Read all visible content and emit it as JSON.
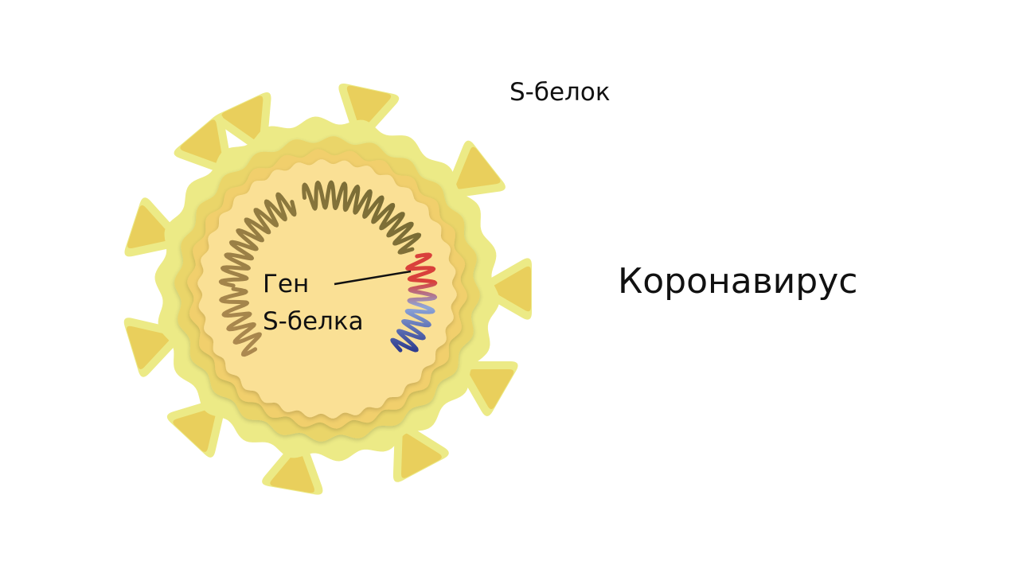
{
  "labels": {
    "spike_protein": "S-белок",
    "virus": "Коронавирус",
    "gene_line1": "Ген",
    "gene_line2": "S-белка"
  },
  "colors": {
    "background": "#ffffff",
    "outer_halo": "#ecea86",
    "outer_ring": "#ead569",
    "membrane": "#f1cf6c",
    "core": "#fae095",
    "spike_fill": "#e9cf5c",
    "spike_halo": "#ecea86",
    "rna_gradient": [
      "#b08b52",
      "#8f7a3f",
      "#6e6530"
    ],
    "gene_gradient": [
      "#d9403b",
      "#8ea6d9",
      "#2e3c8f"
    ],
    "leader_line": "#111111"
  }
}
